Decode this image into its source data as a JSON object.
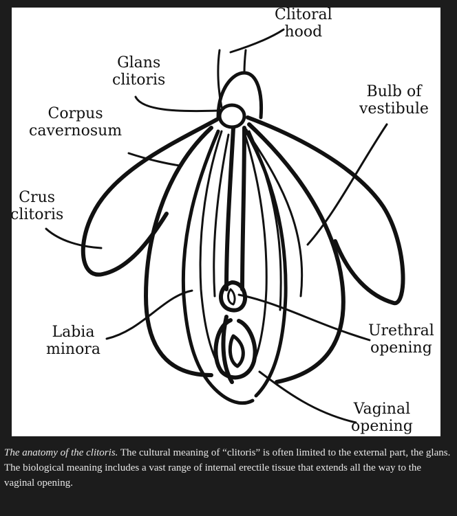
{
  "labels": {
    "clitoral_hood": [
      "Clitoral",
      "hood"
    ],
    "glans_clitoris": [
      "Glans",
      "clitoris"
    ],
    "bulb_of_vestibule": [
      "Bulb of",
      "vestibule"
    ],
    "corpus_cavernosum": [
      "Corpus",
      "cavernosum"
    ],
    "crus_clitoris": [
      "Crus",
      "clitoris"
    ],
    "labia_minora": [
      "Labia",
      "minora"
    ],
    "urethral_opening": [
      "Urethral",
      "opening"
    ],
    "vaginal_opening": [
      "Vaginal",
      "opening"
    ]
  },
  "caption": {
    "title": "The anatomy of the clitoris.",
    "text": " The cultural meaning of “clitoris” is often limited to the external part, the glans. The biological meaning includes a vast range of internal erectile tissue that extends all the way to the vaginal opening."
  },
  "colors": {
    "background": "#1c1c1c",
    "figure": "#ffffff",
    "ink": "#111111",
    "caption": "#e6e6e6"
  }
}
